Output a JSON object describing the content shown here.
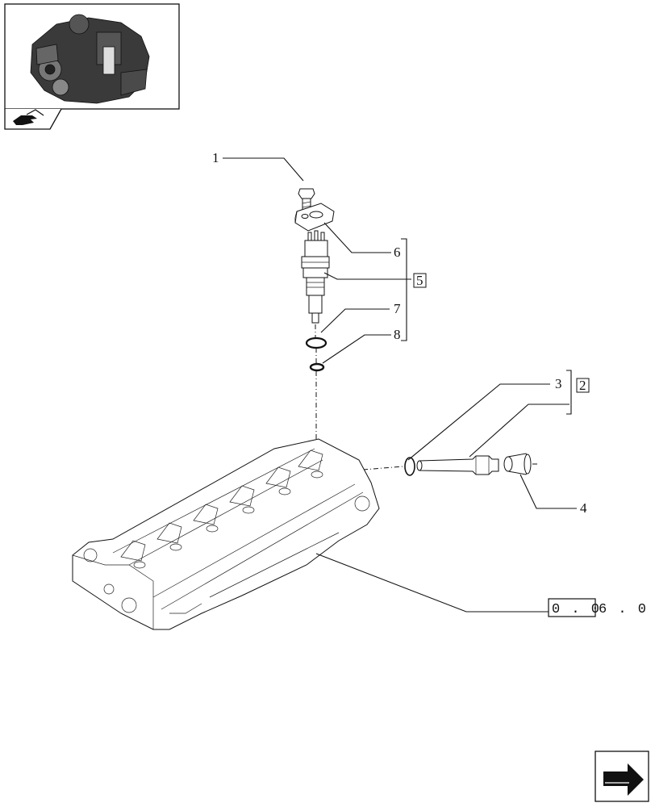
{
  "callouts": {
    "c1": "1",
    "c2": "2",
    "c3": "3",
    "c4": "4",
    "c5": "5",
    "c6": "6",
    "c7": "7",
    "c8": "8"
  },
  "reference": {
    "boxed": "0 . 0",
    "rest": "6 . 0"
  },
  "icons": {
    "thumbnail": "engine-thumbnail-icon",
    "thumbnail_tab": "hand-pointer-icon",
    "nav_next": "next-page-arrow-icon"
  }
}
